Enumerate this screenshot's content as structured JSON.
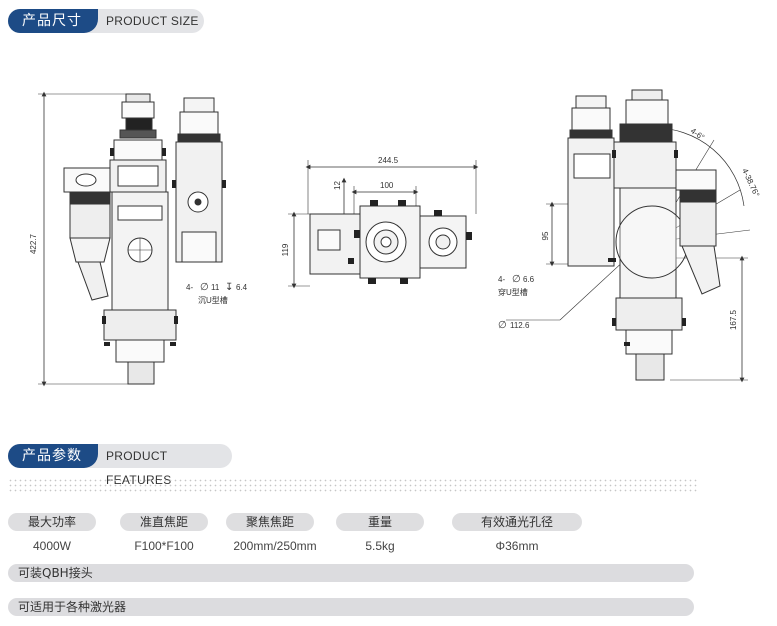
{
  "section_size": {
    "title_cn": "产品尺寸",
    "title_en": "PRODUCT SIZE"
  },
  "section_features": {
    "title_cn": "产品参数",
    "title_en": "PRODUCT FEATURES"
  },
  "drawings": {
    "left": {
      "height_dim": "422.7",
      "callout_line1": "4-",
      "callout_dia": "11",
      "callout_depth": "6.4",
      "callout_line2": "沉U型槽"
    },
    "middle": {
      "width_dim": "244.5",
      "inner_width_dim": "100",
      "offset_dim": "12",
      "height_dim": "119"
    },
    "right": {
      "angle1": "4-6°",
      "angle2": "4-38.76°",
      "height_dim": "95",
      "callout_line1": "4-",
      "callout_dia": "6.6",
      "callout_line2": "穿U型槽",
      "circle_dia": "112.6",
      "lower_dim": "167.5"
    }
  },
  "specs": [
    {
      "label": "最大功率",
      "value": "4000W"
    },
    {
      "label": "准直焦距",
      "value": "F100*F100"
    },
    {
      "label": "聚焦焦距",
      "value": "200mm/250mm"
    },
    {
      "label": "重量",
      "value": "5.5kg"
    },
    {
      "label": "有效通光孔径",
      "value": "Φ36mm"
    }
  ],
  "notes": [
    "可装QBH接头",
    "可适用于各种激光器"
  ],
  "colors": {
    "brand_blue": "#1d4b86",
    "pill_grey": "#e3e4e7",
    "line": "#333333"
  }
}
